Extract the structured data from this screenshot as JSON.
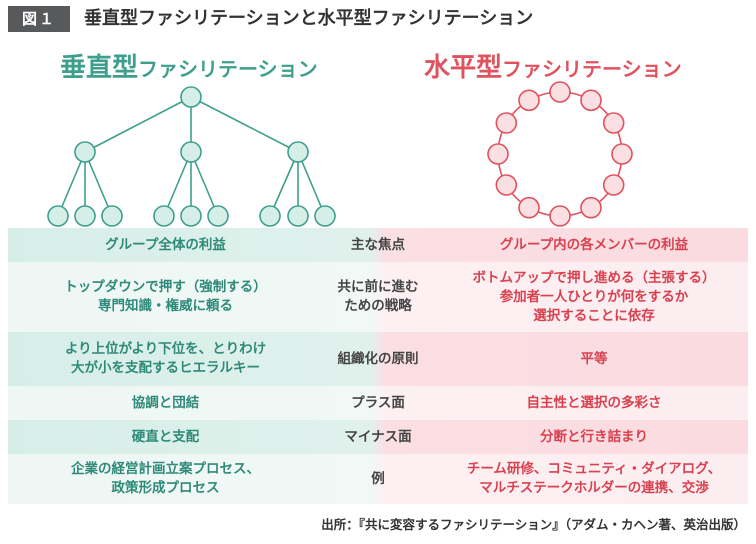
{
  "header": {
    "figure_label": "図１",
    "title": "垂直型ファシリテーションと水平型ファシリテーション"
  },
  "vertical": {
    "title_kanji": "垂直型",
    "title_kana": "ファシリテーション"
  },
  "horizontal": {
    "title_kanji": "水平型",
    "title_kana": "ファシリテーション"
  },
  "table": {
    "rows": [
      {
        "left": "グループ全体の利益",
        "middle": "主な焦点",
        "right": "グループ内の各メンバーの利益"
      },
      {
        "left": "トップダウンで押す（強制する）\n専門知識・権威に頼る",
        "middle": "共に前に進む\nための戦略",
        "right": "ボトムアップで押し進める（主張する）\n参加者一人ひとりが何をするか\n選択することに依存"
      },
      {
        "left": "より上位がより下位を、とりわけ\n大が小を支配するヒエラルキー",
        "middle": "組織化の原則",
        "right": "平等"
      },
      {
        "left": "協調と団結",
        "middle": "プラス面",
        "right": "自主性と選択の多彩さ"
      },
      {
        "left": "硬直と支配",
        "middle": "マイナス面",
        "right": "分断と行き詰まり"
      },
      {
        "left": "企業の経営計画立案プロセス、\n政策形成プロセス",
        "middle": "例",
        "right": "チーム研修、コミュニティ・ダイアログ、\nマルチステークホルダーの連携、交渉"
      }
    ]
  },
  "source": "出所：『共に変容するファシリテーション』（アダム・カヘン著、英治出版）",
  "colors": {
    "teal": "#3e9f8c",
    "teal_fill": "#d6eee8",
    "pink": "#e0525e",
    "pink_fill": "#fbe0e3",
    "badge": "#58595b"
  }
}
